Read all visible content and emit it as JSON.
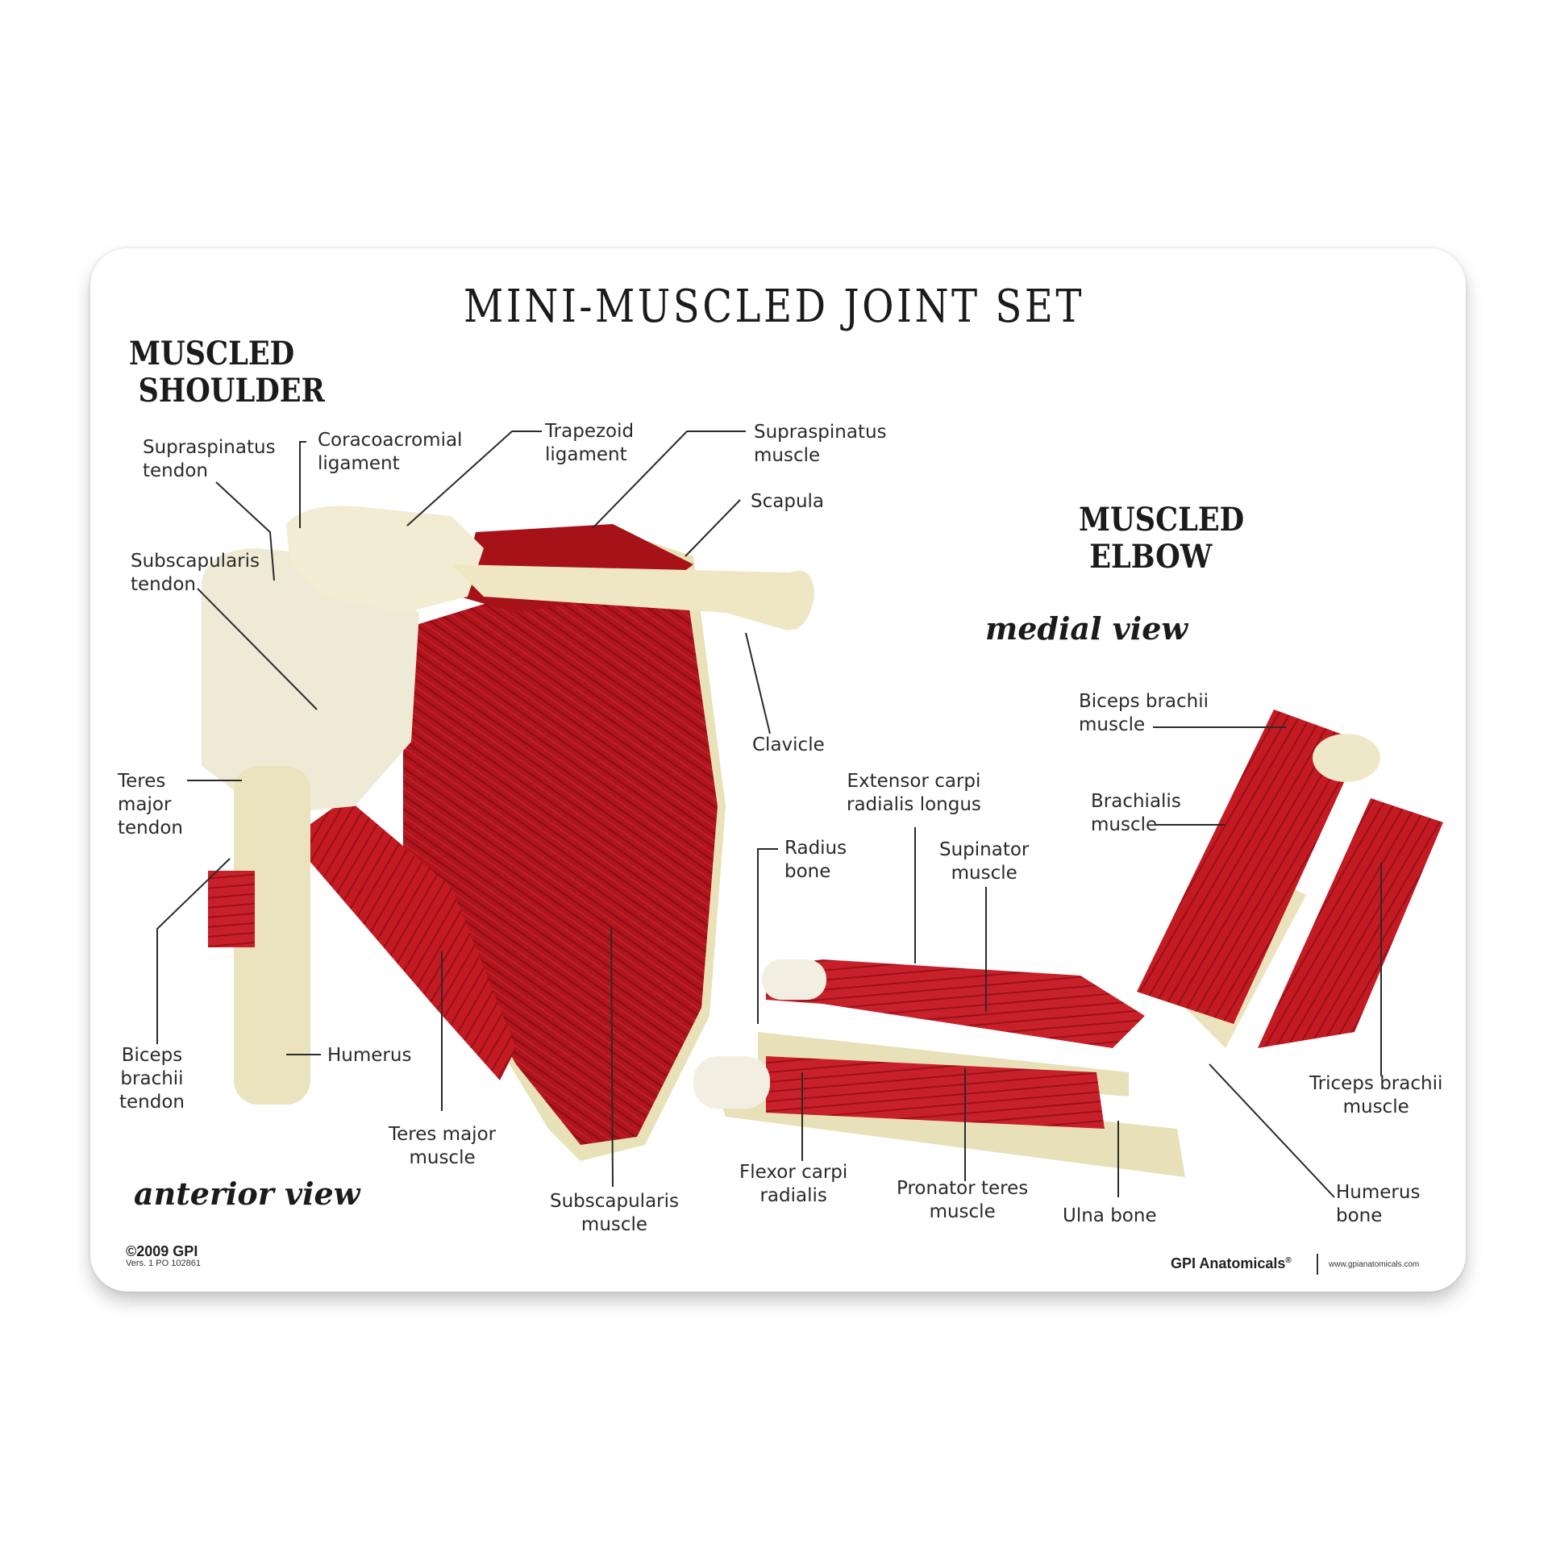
{
  "title": "MINI-MUSCLED JOINT SET",
  "shoulder": {
    "heading_line1": "MUSCLED",
    "heading_line2": "SHOULDER",
    "view": "anterior view",
    "labels": {
      "supraspinatus_tendon": "Supraspinatus\ntendon",
      "coracoacromial_ligament": "Coracoacromial\nligament",
      "trapezoid_ligament": "Trapezoid\nligament",
      "supraspinatus_muscle": "Supraspinatus\nmuscle",
      "scapula": "Scapula",
      "subscapularis_tendon": "Subscapularis\ntendon",
      "clavicle": "Clavicle",
      "teres_major_tendon": "Teres\nmajor\ntendon",
      "biceps_brachii_tendon": "Biceps\nbrachii\ntendon",
      "humerus": "Humerus",
      "teres_major_muscle": "Teres major\nmuscle",
      "subscapularis_muscle": "Subscapularis\nmuscle"
    }
  },
  "elbow": {
    "heading_line1": "MUSCLED",
    "heading_line2": "ELBOW",
    "view": "medial view",
    "labels": {
      "biceps_brachii_muscle": "Biceps brachii\nmuscle",
      "brachialis_muscle": "Brachialis\nmuscle",
      "extensor_carpi_radialis_longus": "Extensor carpi\nradialis longus",
      "radius_bone": "Radius\nbone",
      "supinator_muscle": "Supinator\nmuscle",
      "triceps_brachii_muscle": "Triceps brachii\nmuscle",
      "flexor_carpi_radialis": "Flexor carpi\nradialis",
      "pronator_teres_muscle": "Pronator teres\nmuscle",
      "ulna_bone": "Ulna bone",
      "humerus_bone": "Humerus\nbone"
    }
  },
  "footer": {
    "copyright": "©2009 GPI",
    "version": "Vers. 1 PO 102861",
    "brand": "GPI Anatomicals",
    "brand_mark": "®",
    "url": "www.gpianatomicals.com"
  },
  "colors": {
    "muscle": "#b0141c",
    "muscle_dark": "#7e0c12",
    "bone": "#efe8c4",
    "tendon": "#f3f0e6"
  }
}
